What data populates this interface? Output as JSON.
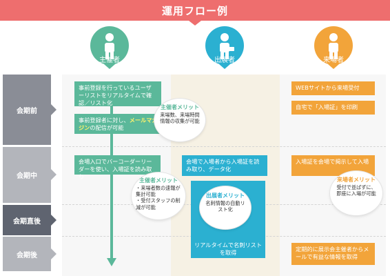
{
  "title": "運用フロー例",
  "colors": {
    "banner": "#ee6e6e",
    "organizer": "#5bb89a",
    "exhibitor": "#2bb0d1",
    "visitor": "#f2a43a",
    "phase": "#8a8d96",
    "phase_active": "#5f6470"
  },
  "actors": [
    {
      "label": "主催者",
      "icon": "person-icon"
    },
    {
      "label": "出展者",
      "icon": "businessperson-icon"
    },
    {
      "label": "来場者",
      "icon": "person-icon"
    }
  ],
  "phases": [
    "会期前",
    "会期中",
    "会期直後",
    "会期後"
  ],
  "organizer": {
    "box1": "事前登録を行っているユーザーリストをリアルタイムで確認／リスト化",
    "box2_pre": "事前登録者に対し、",
    "box2_hl": "メールマガジン",
    "box2_post": "の配信が可能",
    "box3": "会場入口でバーコーダーリーダーを使い、入場証を読み取り"
  },
  "exhibitor": {
    "box1": "会場で入場者から入場証を読み取り、データ化",
    "box2": "リアルタイムで名刺リストを取得"
  },
  "visitor": {
    "box1": "WEBサイトから来場受付",
    "box2": "自宅で「入場証」を印刷",
    "box3": "入場証を会場で掲示して入場",
    "box4": "定期的に展示会主催者からメールで有益な情報を取得"
  },
  "bubbles": {
    "org_pre": {
      "title": "主催者メリット",
      "body": "来場数、来場時間情報の収集が可能"
    },
    "org_mid": {
      "title": "主催者メリット",
      "body": "・来場者数の速報が集計可能\n・受付スタッフの削減が可能"
    },
    "exh": {
      "title": "出展者メリット",
      "body": "名刺情報の自動リスト化"
    },
    "vis": {
      "title": "来場者メリット",
      "body": "受付で並ばずに、即座に入場が可能"
    }
  }
}
